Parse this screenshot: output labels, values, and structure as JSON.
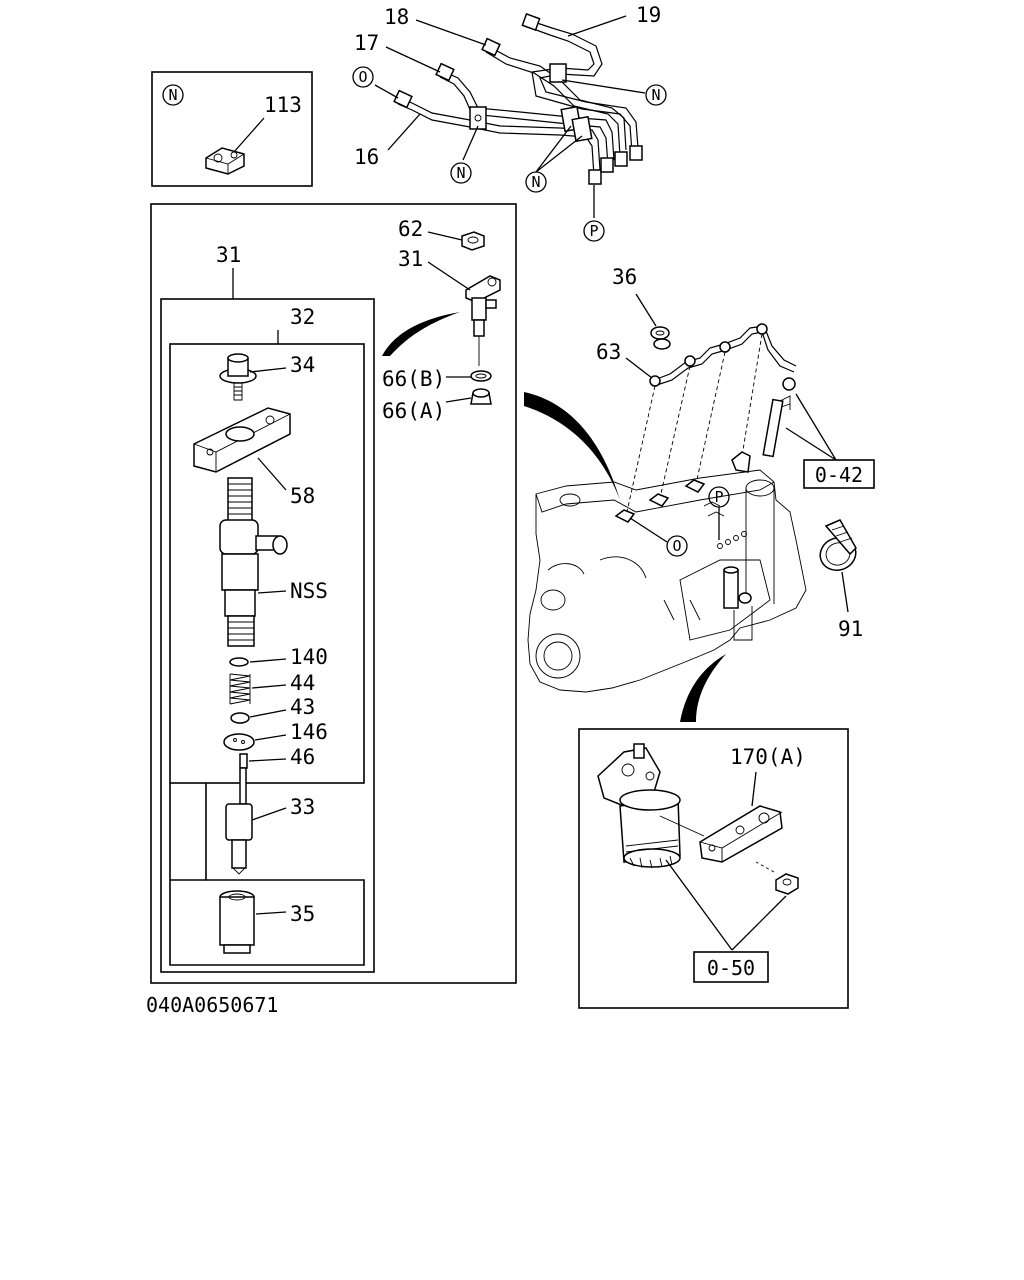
{
  "diagram": {
    "top_pipes": {
      "labels": {
        "p18": "18",
        "p19": "19",
        "p17": "17",
        "p16": "16"
      },
      "markers": {
        "o": "O",
        "n_right": "N",
        "n_bottom_left": "N",
        "n_bottom_mid": "N",
        "p": "P"
      }
    },
    "clip_box": {
      "marker": "N",
      "label": "113"
    },
    "injector_box": {
      "labels": {
        "l31_outer": "31",
        "l32": "32",
        "l34": "34",
        "l58": "58",
        "lnss": "NSS",
        "l140": "140",
        "l44": "44",
        "l43": "43",
        "l146": "146",
        "l46": "46",
        "l33": "33",
        "l35": "35",
        "l62": "62",
        "l31_small": "31",
        "l66b": "66(B)",
        "l66a": "66(A)"
      }
    },
    "engine": {
      "labels": {
        "l36": "36",
        "l63": "63",
        "l91": "91"
      },
      "markers": {
        "o": "O",
        "p": "P"
      },
      "ref": "0-42"
    },
    "filter_box": {
      "label": "170(A)",
      "ref": "0-50"
    },
    "figure_code": "040A0650671"
  }
}
